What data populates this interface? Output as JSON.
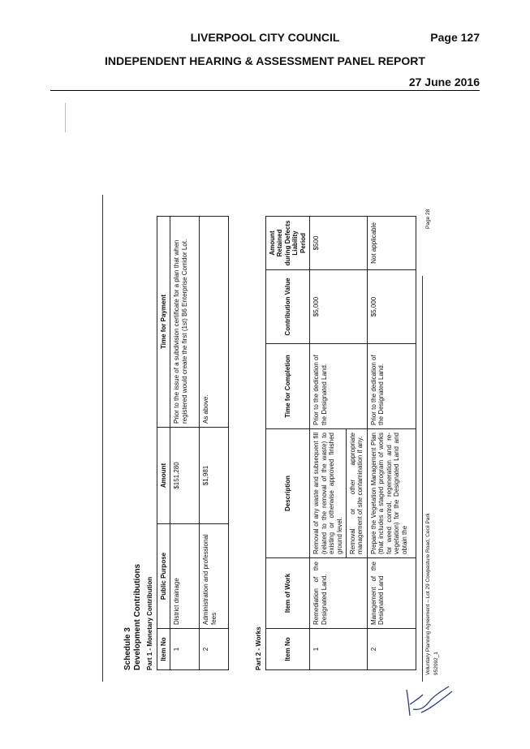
{
  "header": {
    "council": "LIVERPOOL CITY COUNCIL",
    "page": "Page 127",
    "report": "INDEPENDENT HEARING & ASSESSMENT PANEL REPORT",
    "date": "27 June 2016"
  },
  "doc": {
    "schedule": "Schedule 3",
    "title": "Development Contributions",
    "part1": {
      "heading": "Part 1 - Monetary Contribution",
      "columns": [
        "Item No",
        "Public Purpose",
        "Amount",
        "Time for Payment"
      ],
      "rows": [
        {
          "no": "1",
          "purpose": "District drainage",
          "amount": "$151,280",
          "time": "Prior to the issue of a subdivision certificate for a plan that when registered would create the first (1st) B6 Enterprise Corridor Lot."
        },
        {
          "no": "2",
          "purpose": "Administration and professional fees",
          "amount": "$1,981",
          "time": "As above."
        }
      ]
    },
    "part2": {
      "heading": "Part 2 - Works",
      "columns": [
        "Item No",
        "Item of Work",
        "Description",
        "Time for Completion",
        "Contribution Value",
        "Amount Retained during Defects Liability Period"
      ],
      "rows": [
        {
          "no": "1",
          "item": "Remediation of the Designated Land.",
          "desc1": "Removal of any waste and subsequent fill (related to the removal of the waste) to existing or otherwise approved finished ground level.",
          "desc2": "Removal or other appropriate management of site contamination if any.",
          "time": "Prior to the dedication of the Designated Land.",
          "value": "$5,000",
          "retained": "$500"
        },
        {
          "no": "2",
          "item": "Management of the Designated Land",
          "desc1": "Prepare the Vegetation Management Plan (that includes a staged program of works for weed control, regeneration and re-vegetation) for the Designated Land and obtain the",
          "time": "Prior to the dedication of the Designated Land.",
          "value": "$5,000",
          "retained": "Not applicable"
        }
      ]
    },
    "footer": "Voluntary Planning Agreement – Lot 29 Cowpasture Road, Cecil Park",
    "ref": "952092_1",
    "page": "Page 28"
  }
}
